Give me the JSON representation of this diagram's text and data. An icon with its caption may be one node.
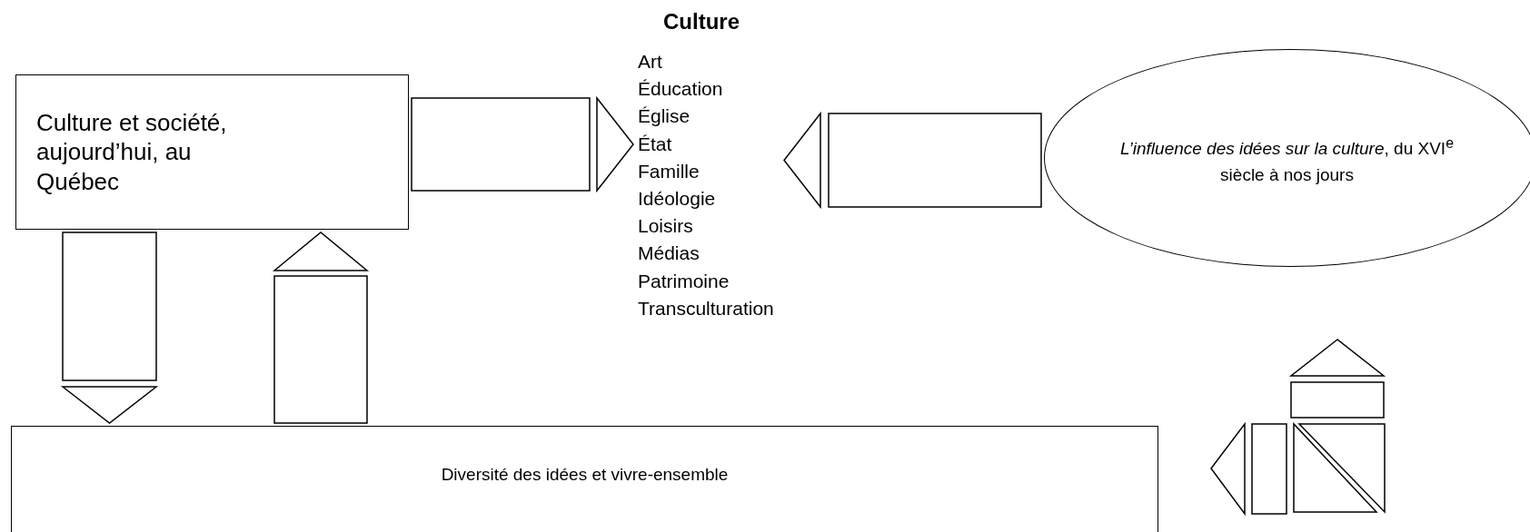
{
  "diagram": {
    "nodes": [
      {
        "text": [
          "Culture",
          "Art",
          "Éducation",
          "Église",
          "État",
          "Famille",
          "Idéologie",
          "Loisirs",
          "Médias",
          "Patrimoine",
          "Transculturation"
        ]
      },
      {
        "text": [
          "Culture et société, aujourd’hui, au Québec"
        ]
      },
      {
        "text": [
          "*L’influence des idées sur la culture*, du XVI$^{e}$ siècle à nos jours"
        ]
      },
      {
        "text": [
          "Diversité des idées et vivre-ensemble"
        ]
      }
    ],
    "edges": [
      {
        "from": 1,
        "to": 0,
        "arrow": "to"
      },
      {
        "from": 2,
        "to": 0,
        "arrow": "to"
      },
      {
        "from": 1,
        "to": 3,
        "arrow": "to"
      },
      {
        "from": 3,
        "to": 1,
        "arrow": "to"
      }
    ]
  }
}
